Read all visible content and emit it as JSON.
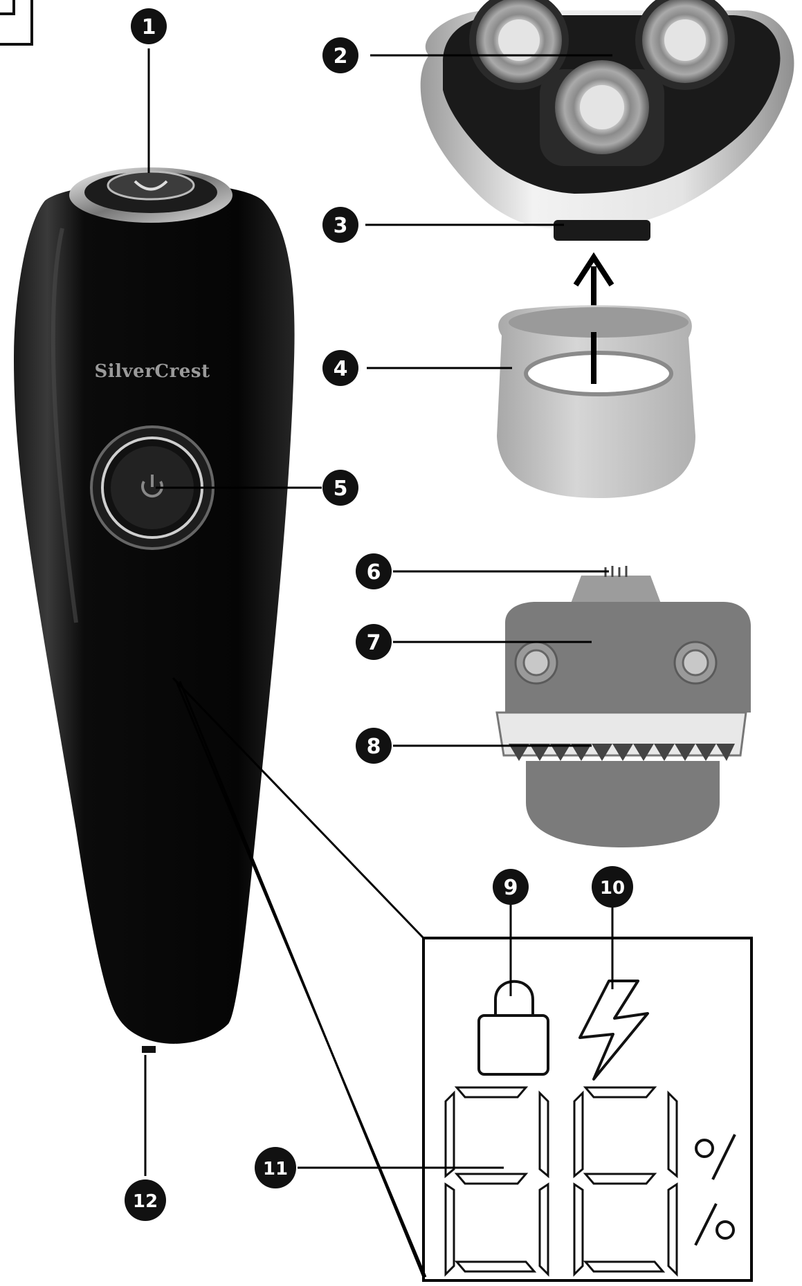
{
  "brand": {
    "name": "SilverCrest"
  },
  "callouts": [
    {
      "label": "1"
    },
    {
      "label": "2"
    },
    {
      "label": "3"
    },
    {
      "label": "4"
    },
    {
      "label": "5"
    },
    {
      "label": "6"
    },
    {
      "label": "7"
    },
    {
      "label": "8"
    },
    {
      "label": "9"
    },
    {
      "label": "10"
    },
    {
      "label": "11"
    },
    {
      "label": "12"
    }
  ],
  "display": {
    "digits": "88",
    "unit_symbol": "%",
    "icons": [
      "lock-icon",
      "lightning-icon"
    ]
  },
  "colors": {
    "body": "#0d0d0d",
    "callout": "#111111",
    "trimmer_grey": "#7b7b7b",
    "cap_grey": "#bdbdbd"
  }
}
